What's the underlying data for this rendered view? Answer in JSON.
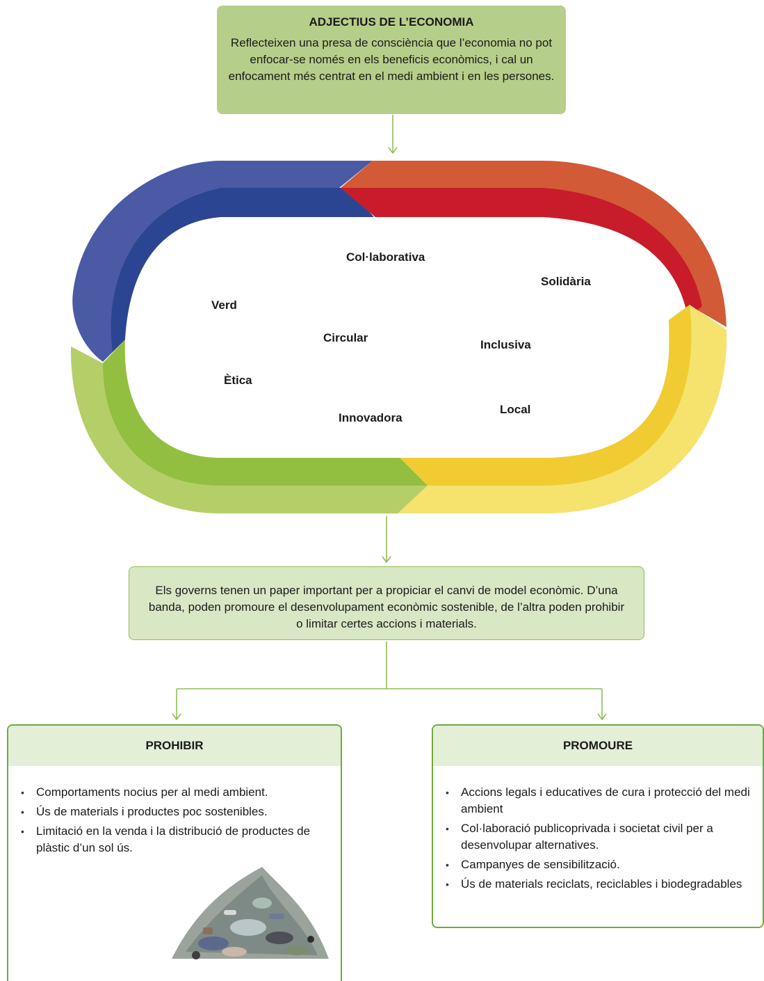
{
  "top_box": {
    "title": "ADJECTIUS DE L’ECONOMIA",
    "text": "Reflecteixen una presa de consciència que l’economia no pot enfocar-se només en els beneficis econòmics, i cal un enfocament més centrat en el medi ambient i en les persones."
  },
  "cycle_words": {
    "collaborativa": "Col·laborativa",
    "solidaria": "Solidària",
    "verd": "Verd",
    "circular": "Circular",
    "inclusiva": "Inclusiva",
    "etica": "Ètica",
    "local": "Local",
    "innovadora": "Innovadora"
  },
  "cycle_colors": {
    "blue": "#2c4592",
    "red": "#c81c2a",
    "yellow": "#f0cc32",
    "green": "#93bf40"
  },
  "middle_box": {
    "text": "Els governs tenen un paper important per a propiciar el canvi de model econòmic. D’una banda, poden promoure el desenvolupament econòmic sostenible, de l’altra poden prohibir o limitar certes accions i materials."
  },
  "prohibir": {
    "title": "PROHIBIR",
    "items": [
      "Comportaments nocius per al medi ambient.",
      "Ús de materials i productes poc sostenibles.",
      "Limitació en la venda i la distribució de productes de plàstic d’un sol ús."
    ]
  },
  "promoure": {
    "title": "PROMOURE",
    "items": [
      "Accions legals i educatives de cura i protecció del medi ambient",
      "Col·laboració publicoprivada i societat civil per a desenvolupar alternatives.",
      "Campanyes de sensibilització.",
      "Ús de materials reciclats, reciclables i biodegradables"
    ]
  },
  "colors": {
    "box_green": "#b5cf8a",
    "panel_border": "#6eaa3a",
    "connector": "#8fbd56"
  }
}
